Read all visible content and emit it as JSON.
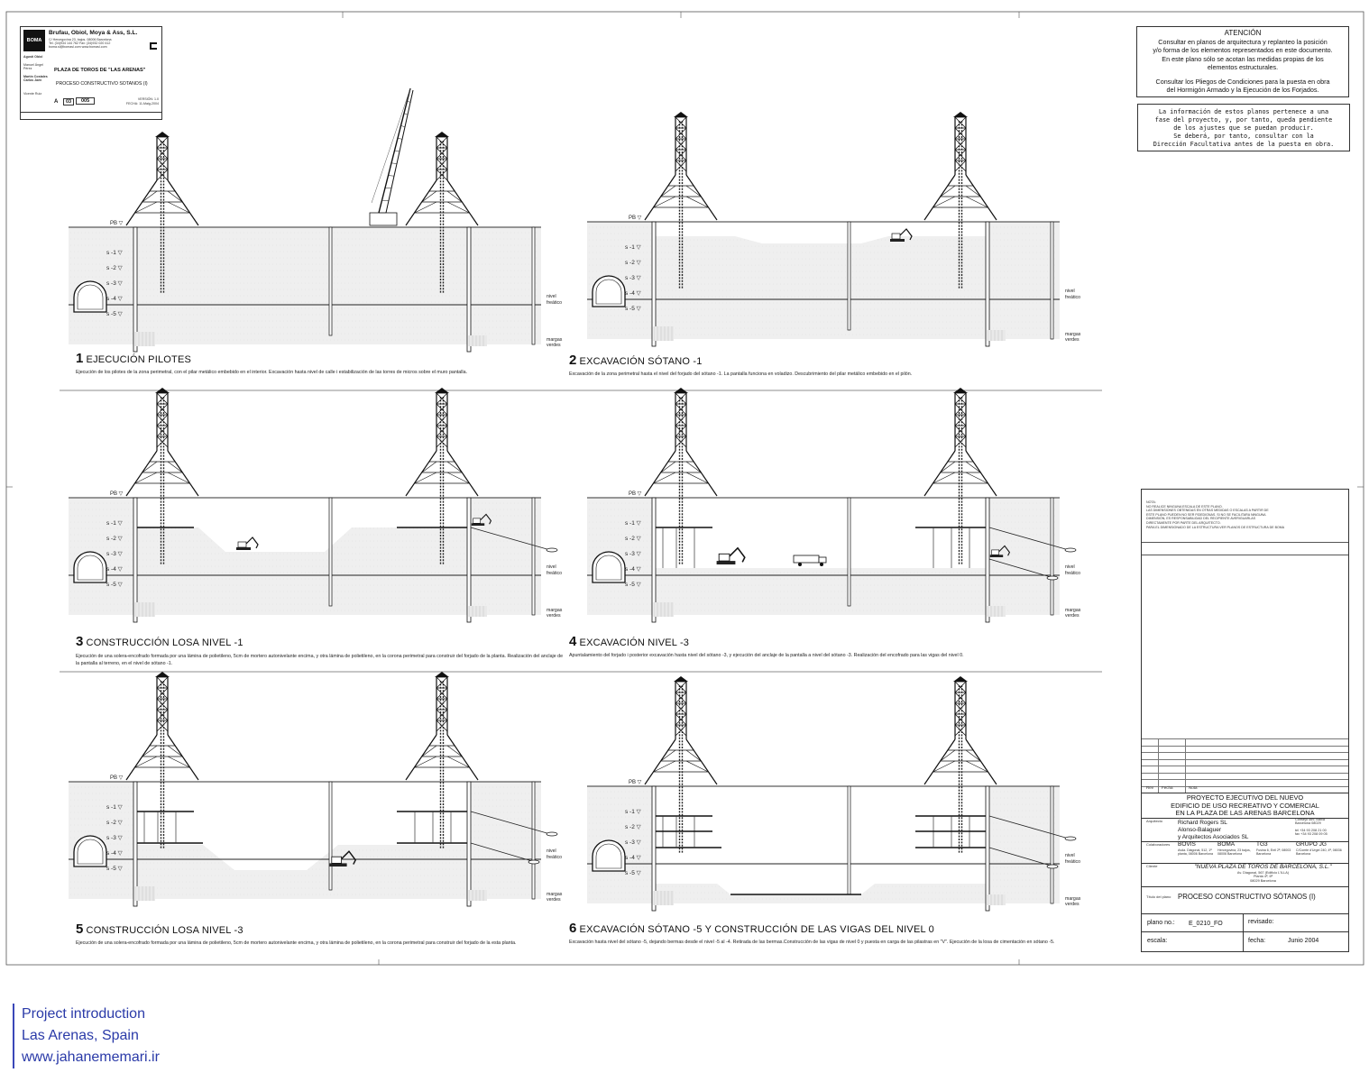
{
  "header_block": {
    "logo": "BOMA",
    "company": "Brufau, Obiol, Moya & Ass, S.L.",
    "address": "C/ Hercegovina 23, bajos. 08006 Barcelona",
    "phone": "Tel. (34)934 144 762  Fax: (34)932 020 412",
    "email": "boma.sl@bomasl.com  www.bomasl.com",
    "project_title": "PLAZA DE TOROS DE \"LAS ARENAS\"",
    "process_title": "PROCESO CONSTRUCTIVO SOTANOS (I)",
    "sheet_letter": "A",
    "sheet_group": "03",
    "sheet_number": "005",
    "version": "VERSIÓN: 1.0",
    "date": "FECHA: 11-Maig-2004",
    "staff": [
      "Agustí Obiol",
      "Manuel Ángel Pérez",
      "Martín Costales",
      "Carlos Jaén",
      "Vicente Ruiz"
    ]
  },
  "attention": {
    "heading": "ATENCIÓN",
    "lines": [
      "Consultar en planos de arquitectura y replanteo la posición",
      "y/o forma de los elementos representados en este documento.",
      "En este plano sólo se acotan las medidas propias de los",
      "elementos estructurales.",
      "",
      "Consultar los Pliegos de Condiciones para la puesta en obra",
      "del Hormigón Armado y la Ejecución de los Forjados."
    ]
  },
  "info_box": {
    "lines": [
      "La información de estos planos pertenece a una",
      "fase del proyecto, y, por tanto, queda pendiente",
      "de los ajustes que se puedan producir.",
      "Se deberá, por tanto, consultar con la",
      "Dirección Facultativa antes de la puesta en obra."
    ]
  },
  "levels": {
    "pb": "PB",
    "s1": "s -1",
    "s2": "s -2",
    "s3": "s -3",
    "s4": "s -4",
    "s5": "s -5",
    "nivel": "nivel",
    "freatico": "freático",
    "margas": "margas",
    "verdes": "verdes"
  },
  "panels": [
    {
      "number": "1",
      "title": "EJECUCIÓN PILOTES",
      "description": "Ejecución de los pilotes de la zona perimetral, con el pilar metálico embebido en el interior. Excavación hasta nivel de calle  i estabilización de las torres de micros sobre el muro pantalla."
    },
    {
      "number": "2",
      "title": "EXCAVACIÓN SÓTANO -1",
      "description": "Excavación de la zona perimetral hasta el nivel del forjado del sótano -1. La pantalla funciona en voladizo. Descubrimiento del pilar metálico embebido en el pilón."
    },
    {
      "number": "3",
      "title": "CONSTRUCCIÓN LOSA NIVEL -1",
      "description": "Ejecución de una solera-encofrado formada por una lámina de polietileno, 5cm de mortero autonivelante encima, y otra lámina de polietileno, en la corona perimetral para construir del forjado de la planta. Realización del anclaje de la pantalla al terreno, en el nivel de sótano -1."
    },
    {
      "number": "4",
      "title": "EXCAVACIÓN NIVEL -3",
      "description": "Apuntalamiento del forjado i posterior excavación hasta nivel del sótano -3, y ejecución del anclaje de la pantalla a nivel del sótano -3. Realización del encofrado para las vigas del nivel 0."
    },
    {
      "number": "5",
      "title": "CONSTRUCCIÓN LOSA NIVEL -3",
      "description": "Ejecución de una solera-encofrado formada por una lámina de polietileno, 5cm de mortero autonivelante encima, y otra lámina de polietileno, en la corona perimetral para construir del forjado de la esta planta."
    },
    {
      "number": "6",
      "title": "EXCAVACIÓN SÓTANO -5 Y CONSTRUCCIÓN DE LAS VIGAS DEL NIVEL 0",
      "description": "Excavación hasta nivel del sótano -5, dejando bermas desde el nivel -5 al -4. Retirada de las bermas.Construcción de las  vigas de nivel 0 y puesta en carga de las pilastras en \"V\". Ejecución de la losa de cimentación en sótano -5."
    }
  ],
  "nota": {
    "lines": [
      "NOTA:",
      "NO REALICE NINGUNA ESCALA DE ESTE PLANO.",
      "LAS DIMENSIONES OBTENIDAS EN OTRAS MEDIDAS O ESCALAS A PARTIR DE",
      "ESTE PLANO PUEDEN NO SER FIDEDIGNAS. SI NO SE FACILITARA NINGUNA",
      "DIMENSIÓN, ES RESPONSABILIDAD DEL RECIPIENTE AVERIGUARLAS",
      "DIRECTAMENTE POR PARTE DEL ARQUITECTO.",
      "PARA EL DIMENSIONADO DE LA ESTRUCTURA VER PLANOS DE ESTRUCTURA DE BOMA"
    ]
  },
  "title_block": {
    "rev_label": "Rev",
    "fecha_label": "Fecha",
    "nota_label": "Nota",
    "project_lines": [
      "PROYECTO EJECUTIVO DEL NUEVO",
      "EDIFICIO DE USO RECREATIVO Y COMERCIAL",
      "EN LA PLAZA DE LAS ARENAS BARCELONA"
    ],
    "arquitecto_label": "Arquitecto",
    "arquitecto_lines": [
      "Richard Rogers SL",
      "Alonso-Balaguer",
      "y Arquitectos Asociados SL"
    ],
    "arquitecto_right": [
      "Consejo 469, Baixa",
      "Barcelona 08029",
      "tel +34 93 208 21 00",
      "fax +34 93 208 09 05"
    ],
    "colaboradores_label": "Colaboradores",
    "colaboradores": [
      {
        "name": "BOVIS",
        "addr": "Avda. Diagonal, 512, 1ª planta, 08006 Barcelona"
      },
      {
        "name": "BOMA",
        "addr": "Hercegovina, 23 bajos, 08006 Barcelona"
      },
      {
        "name": "TG3",
        "addr": "Fusina 6, Entl 2ª, 08003 Barcelona"
      },
      {
        "name": "GRUPO JG",
        "addr": "C/Comte d'Urgel 240, 4ª, 08036 Barcelona"
      }
    ],
    "cliente_label": "Cliente",
    "cliente": "\"NUEVA PLAZA DE TOROS DE BARCELONA, S.L.\"",
    "cliente_addr": [
      "Av. Diagonal, 567 (Edificio L'ILLA)",
      "Planta 4ª, 6ª",
      "08029 Barcelona"
    ],
    "titulo_label": "Título del plano",
    "titulo": "PROCESO CONSTRUCTIVO SÓTANOS (I)",
    "plano_label": "plano no.:",
    "plano_value": "E_0210_FO",
    "revisado_label": "revisado:",
    "escala_label": "escala:",
    "fecha2_label": "fecha:",
    "fecha2_value": "Junio 2004"
  },
  "caption": {
    "line1": "Project introduction",
    "line2": "Las Arenas, Spain",
    "line3": "www.jahanememari.ir"
  }
}
